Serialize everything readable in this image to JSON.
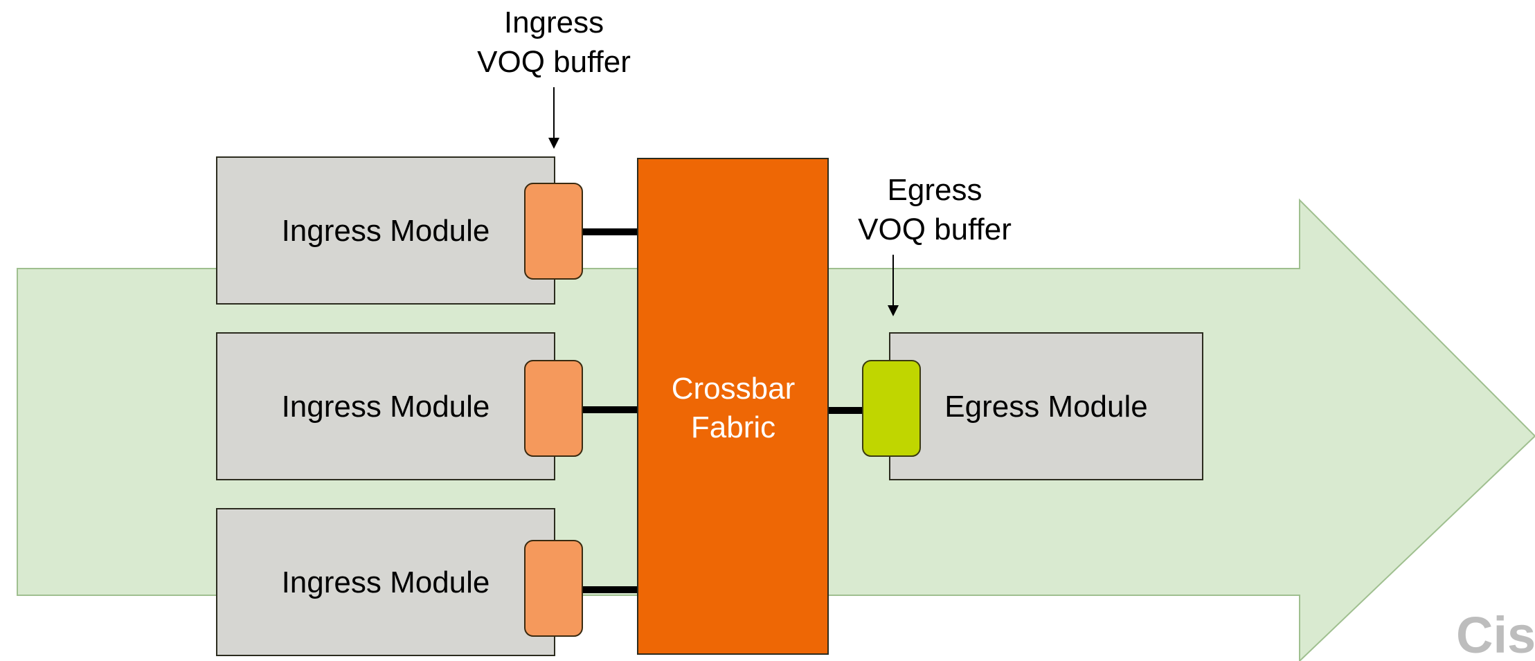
{
  "callouts": {
    "ingress_buffer": {
      "line1": "Ingress",
      "line2": "VOQ buffer"
    },
    "egress_buffer": {
      "line1": "Egress",
      "line2": "VOQ buffer"
    }
  },
  "ingress_modules": [
    {
      "label": "Ingress Module"
    },
    {
      "label": "Ingress Module"
    },
    {
      "label": "Ingress Module"
    }
  ],
  "fabric": {
    "line1": "Crossbar",
    "line2": "Fabric"
  },
  "egress_module": {
    "label": "Egress Module"
  },
  "logo": {
    "text": "Cis"
  },
  "colors": {
    "flow_arrow": "#d9ead0",
    "module_fill": "#d6d6d2",
    "ingress_buffer": "#f5995c",
    "egress_buffer": "#c0d600",
    "fabric": "#ee6705",
    "fabric_text": "#ffffff",
    "logo": "#bdbdbd"
  }
}
